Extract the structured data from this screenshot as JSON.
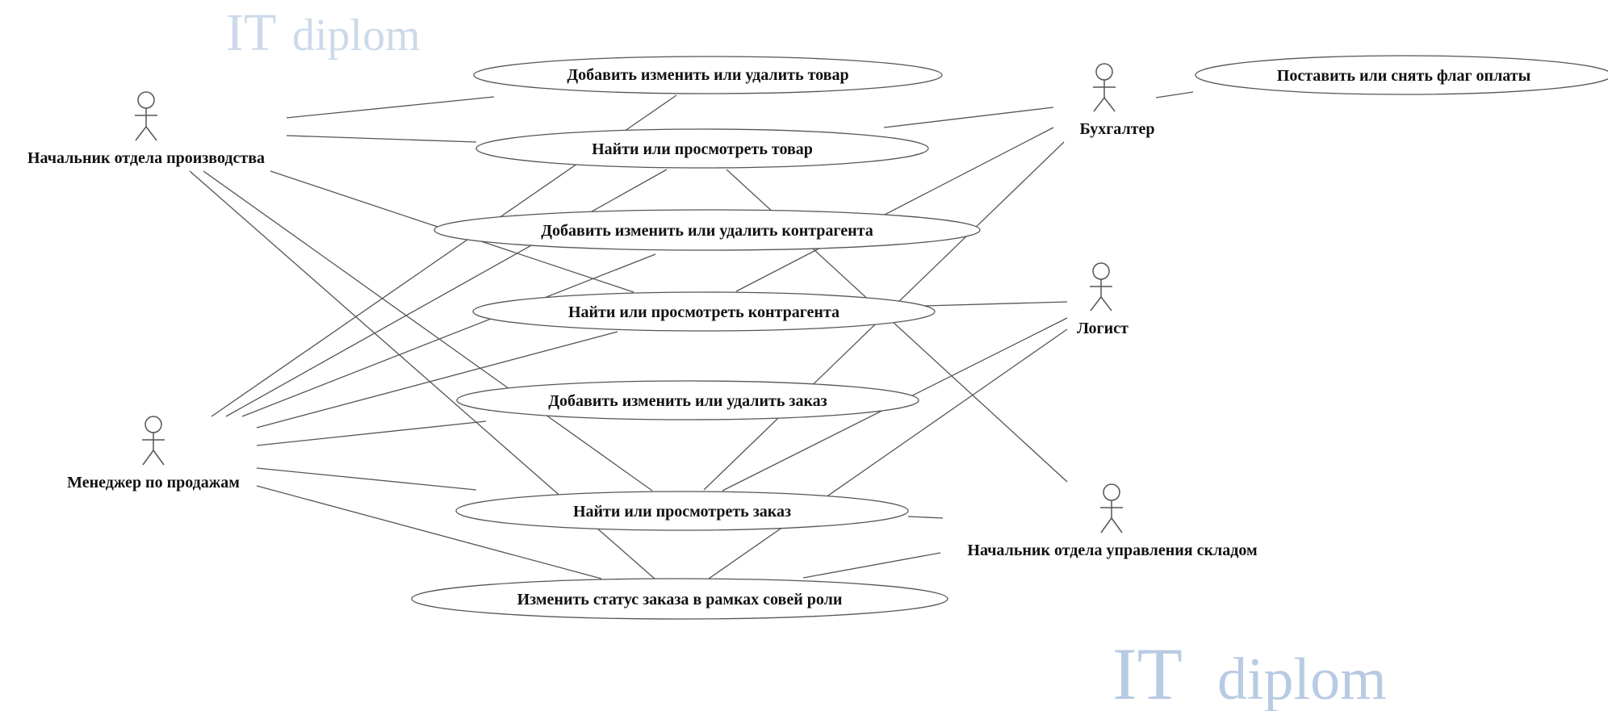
{
  "watermark": {
    "text_big": "IT",
    "text_small": "diplom",
    "color": "#b7cbe2"
  },
  "diagram": {
    "line_color": "#555555",
    "ellipse_fill": "#ffffff",
    "actors": [
      {
        "id": "production-head",
        "label": "Начальник отдела производства"
      },
      {
        "id": "sales-manager",
        "label": "Менеджер по продажам"
      },
      {
        "id": "accountant",
        "label": "Бухгалтер"
      },
      {
        "id": "logist",
        "label": "Логист"
      },
      {
        "id": "warehouse-head",
        "label": "Начальник отдела управления складом"
      }
    ],
    "use_cases": [
      {
        "id": "uc-edit-product",
        "label": "Добавить изменить или удалить товар"
      },
      {
        "id": "uc-view-product",
        "label": "Найти или просмотреть товар"
      },
      {
        "id": "uc-edit-counterparty",
        "label": "Добавить изменить или удалить контрагента"
      },
      {
        "id": "uc-view-counterparty",
        "label": "Найти или просмотреть контрагента"
      },
      {
        "id": "uc-edit-order",
        "label": "Добавить изменить или удалить заказ"
      },
      {
        "id": "uc-view-order",
        "label": "Найти или просмотреть заказ"
      },
      {
        "id": "uc-change-status",
        "label": "Изменить статус заказа в рамках совей роли"
      },
      {
        "id": "uc-payment-flag",
        "label": "Поставить или снять флаг оплаты"
      }
    ]
  }
}
